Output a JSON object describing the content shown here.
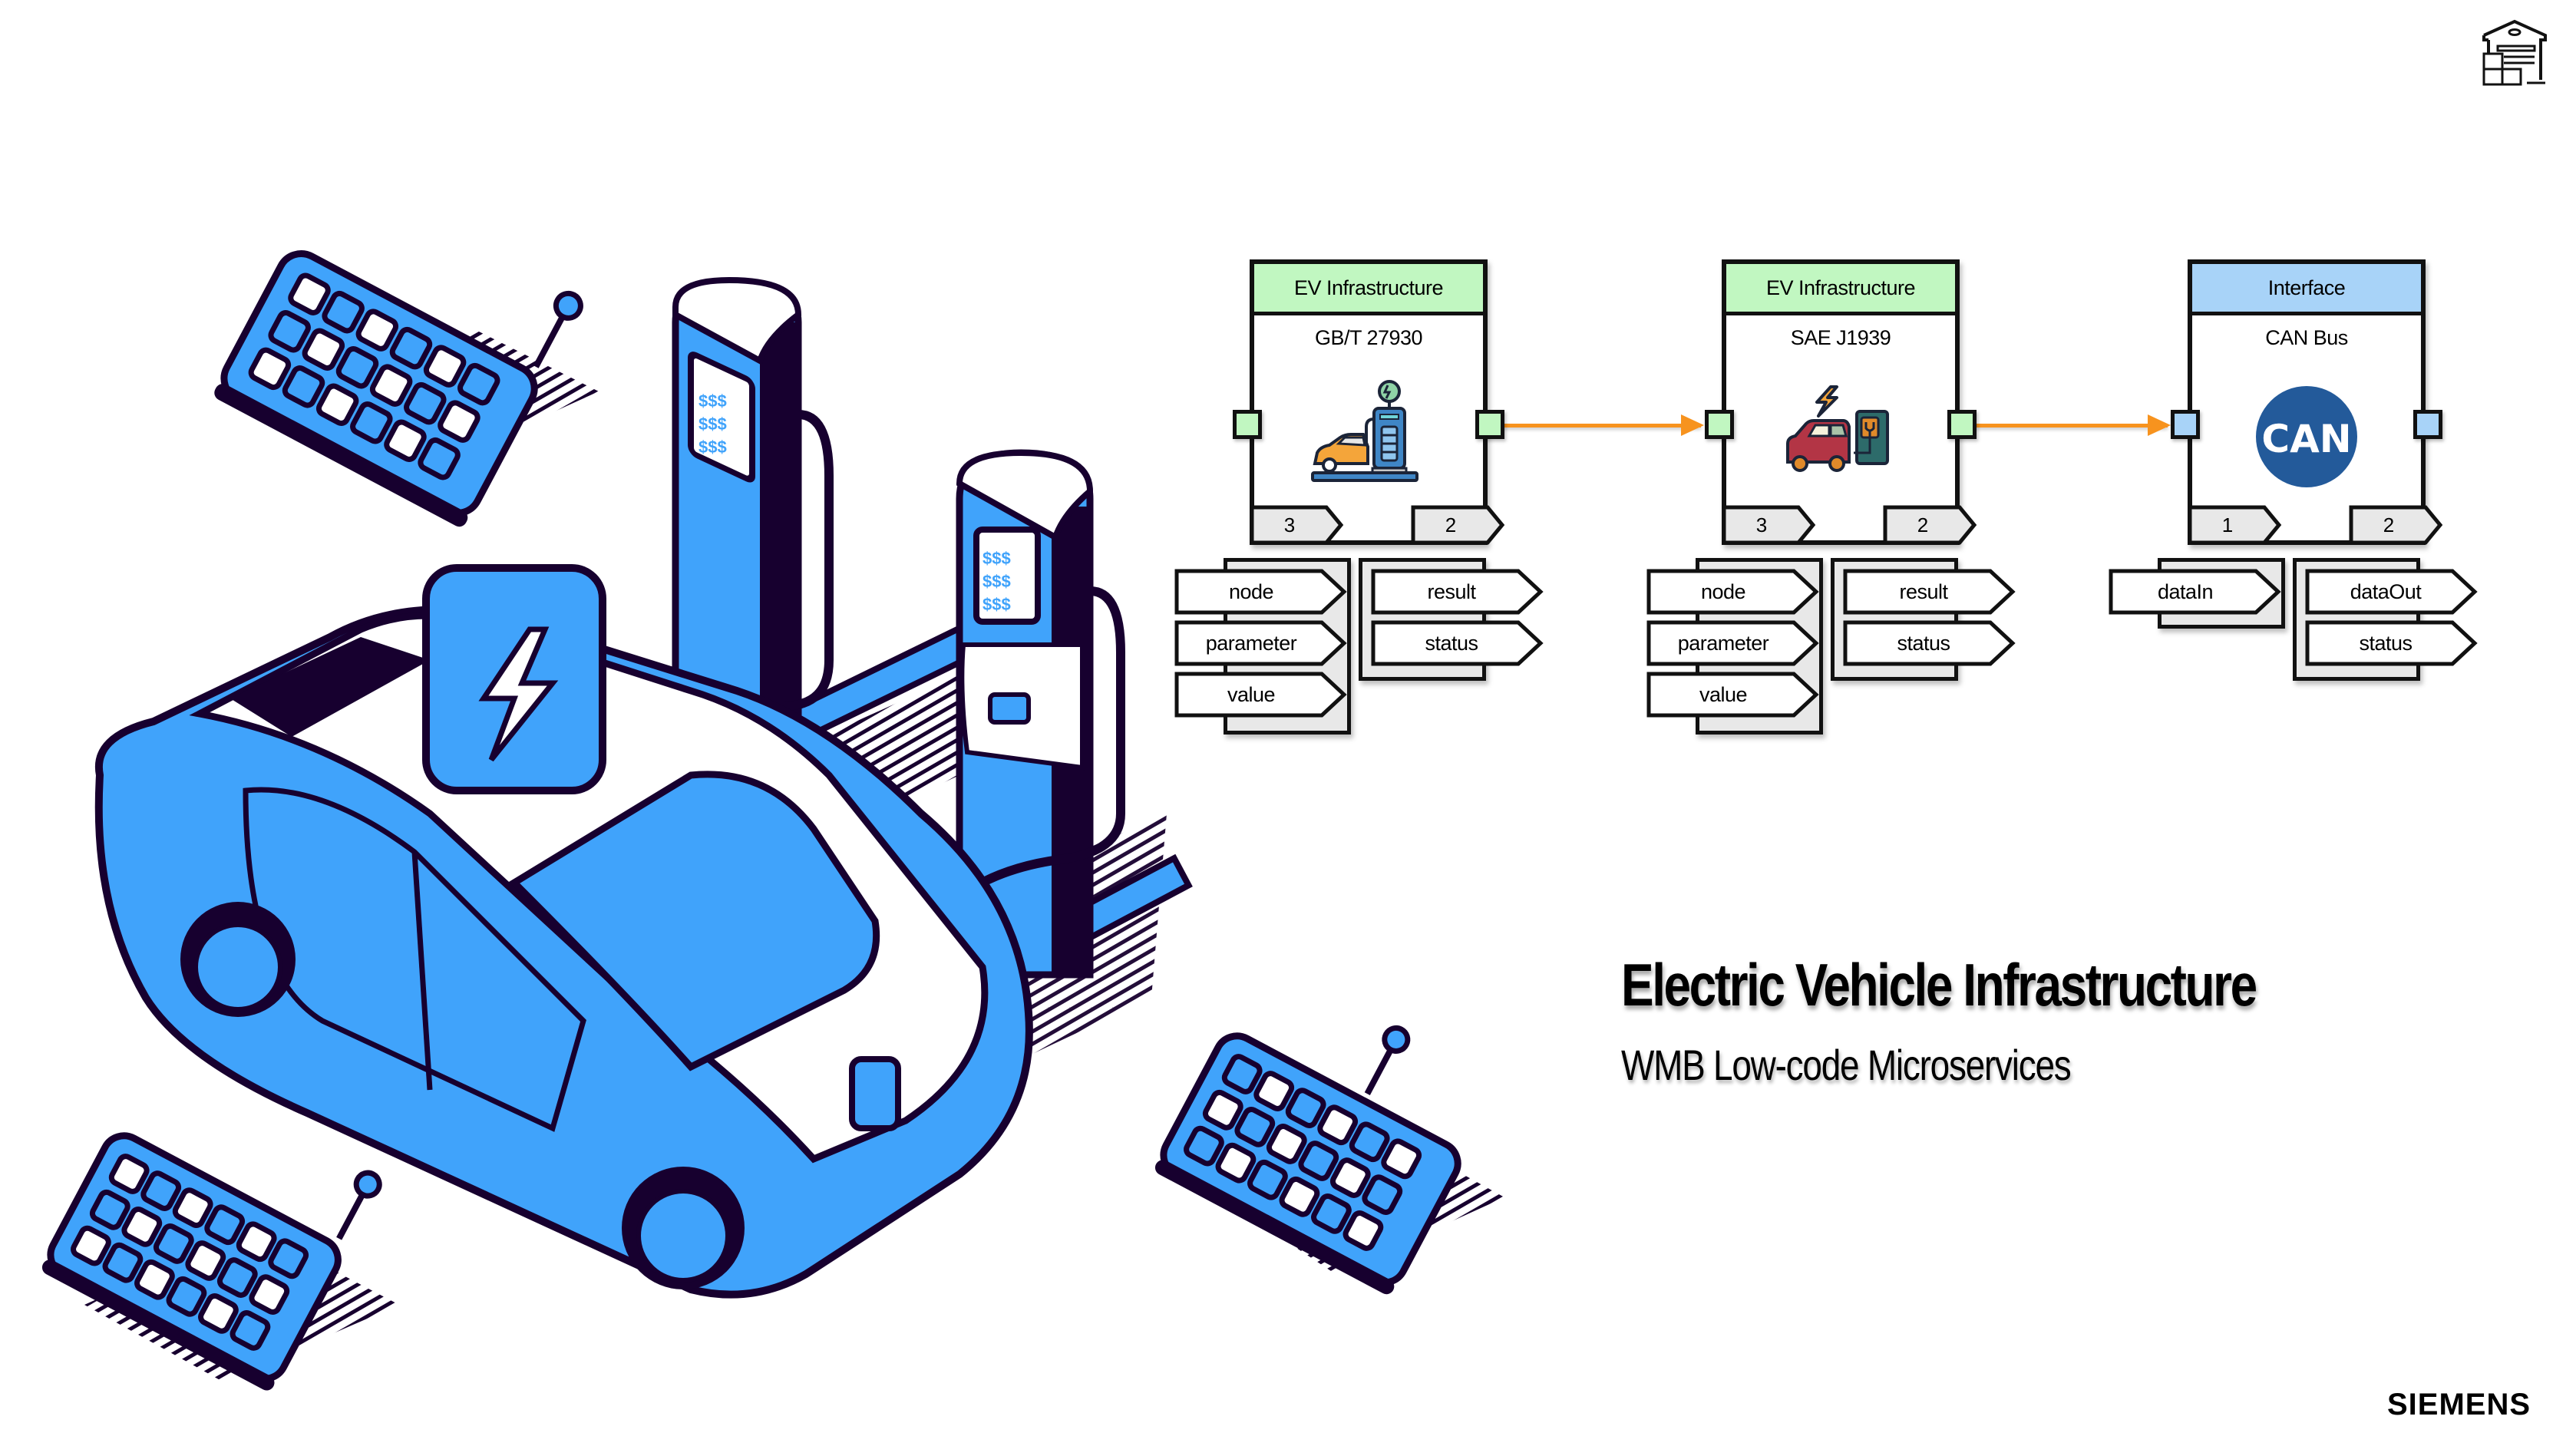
{
  "page": {
    "title": "Electric Vehicle Infrastructure",
    "subtitle": "WMB Low-code Microservices",
    "brand": "SIEMENS",
    "corner_icon": "warehouse-icon",
    "illustration": "isometric-ev-charging-station-illustration"
  },
  "colors": {
    "ev_header": "#c1f7c1",
    "interface_header": "#a8d3f8",
    "connector": "#f7931e",
    "illustration_blue": "#40a3fb",
    "illustration_dark": "#17002f",
    "port_group_bg": "#e8e8e8"
  },
  "diagram": {
    "nodes": [
      {
        "category": "EV Infrastructure",
        "name": "GB/T 27930",
        "icon": "ev-charging-station-icon",
        "input_count": "3",
        "output_count": "2",
        "inputs": [
          "node",
          "parameter",
          "value"
        ],
        "outputs": [
          "result",
          "status"
        ]
      },
      {
        "category": "EV Infrastructure",
        "name": "SAE J1939",
        "icon": "ev-plug-charger-icon",
        "input_count": "3",
        "output_count": "2",
        "inputs": [
          "node",
          "parameter",
          "value"
        ],
        "outputs": [
          "result",
          "status"
        ]
      },
      {
        "category": "Interface",
        "name": "CAN Bus",
        "icon": "can-bus-logo-icon",
        "icon_text": "CAN",
        "input_count": "1",
        "output_count": "2",
        "inputs": [
          "dataIn"
        ],
        "outputs": [
          "dataOut",
          "status"
        ]
      }
    ],
    "connections": [
      {
        "from": "GB/T 27930",
        "to": "SAE J1939"
      },
      {
        "from": "SAE J1939",
        "to": "CAN Bus"
      }
    ]
  }
}
